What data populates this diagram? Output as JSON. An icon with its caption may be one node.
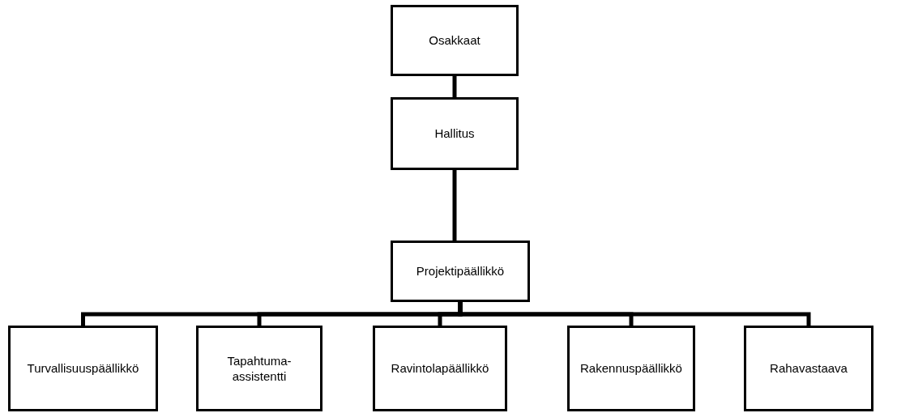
{
  "diagram": {
    "nodes": [
      {
        "text": [
          "Osakkaat"
        ]
      },
      {
        "text": [
          "Hallitus"
        ]
      },
      {
        "text": [
          "Projektipäällikkö"
        ]
      },
      {
        "text": [
          "Turvallisuuspäällikkö"
        ]
      },
      {
        "text": [
          "Tapahtuma- assistentti"
        ]
      },
      {
        "text": [
          "Ravintolapäällikkö"
        ]
      },
      {
        "text": [
          "Rakennuspäällikkö"
        ]
      },
      {
        "text": [
          "Rahavastaava"
        ]
      }
    ],
    "edges": [
      {
        "from": 0,
        "to": 1,
        "arrow": "none"
      },
      {
        "from": 1,
        "to": 2,
        "arrow": "none"
      },
      {
        "from": 2,
        "to": 3,
        "arrow": "none"
      },
      {
        "from": 2,
        "to": 4,
        "arrow": "none"
      },
      {
        "from": 2,
        "to": 5,
        "arrow": "none"
      },
      {
        "from": 2,
        "to": 6,
        "arrow": "none"
      },
      {
        "from": 2,
        "to": 7,
        "arrow": "none"
      }
    ]
  }
}
